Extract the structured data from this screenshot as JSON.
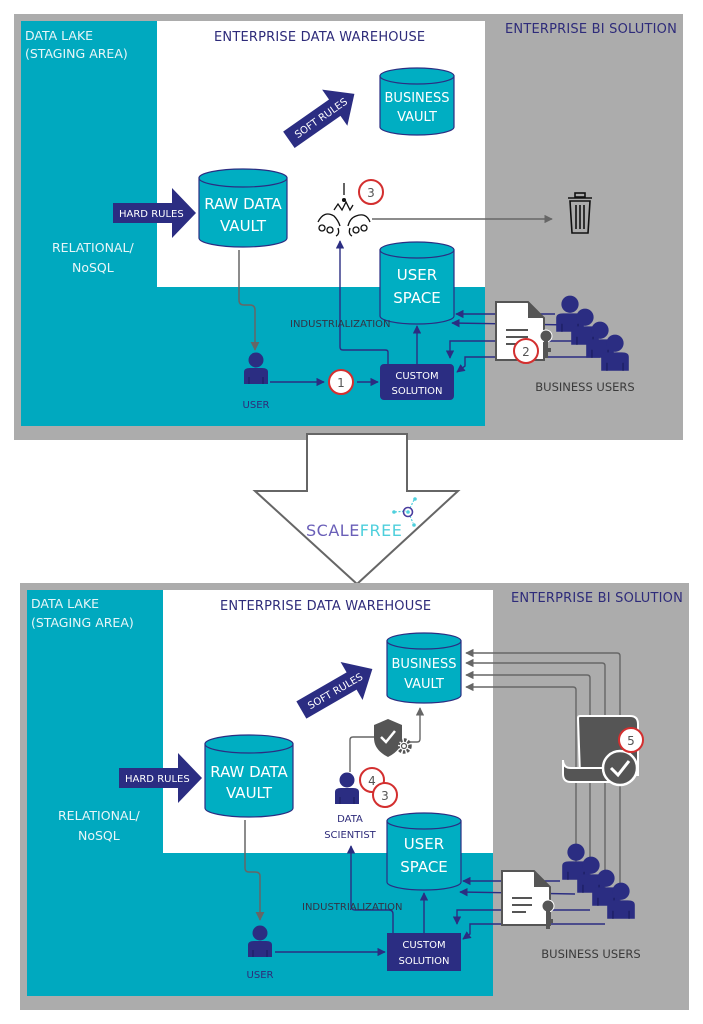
{
  "colors": {
    "frame_gray": "#acacac",
    "teal": "#00a9bf",
    "navy": "#2b2d82",
    "cylinder_fill": "#00aec2",
    "line_gray": "#666666",
    "badge_red": "#d32f2f",
    "scalefree_purple": "#6a5fb8",
    "scalefree_cyan": "#4ecfdc"
  },
  "before": {
    "data_lake_title": [
      "DATA LAKE",
      "(STAGING AREA)"
    ],
    "relational_label": [
      "RELATIONAL/",
      "NoSQL"
    ],
    "edw_title": "ENTERPRISE DATA WAREHOUSE",
    "bi_title": "ENTERPRISE BI SOLUTION",
    "hard_rules": "HARD RULES",
    "soft_rules": "SOFT RULES",
    "raw_vault": [
      "RAW DATA",
      "VAULT"
    ],
    "business_vault": [
      "BUSINESS",
      "VAULT"
    ],
    "user_space": [
      "USER",
      "SPACE"
    ],
    "custom_solution": [
      "CUSTOM",
      "SOLUTION"
    ],
    "industrialization": "INDUSTRIALIZATION",
    "user_label": "USER",
    "business_users": "BUSINESS USERS",
    "badges": [
      "1",
      "2",
      "3"
    ],
    "icons": [
      "conflict-icon",
      "trash-icon",
      "document-key-icon",
      "user-icon",
      "business-users-icon"
    ]
  },
  "transition": {
    "brand": "SCALEFREE",
    "brand_part1": "SCALE",
    "brand_part2": "FREE",
    "icon": "down-arrow-icon"
  },
  "after": {
    "data_lake_title": [
      "DATA LAKE",
      "(STAGING AREA)"
    ],
    "relational_label": [
      "RELATIONAL/",
      "NoSQL"
    ],
    "edw_title": "ENTERPRISE DATA WAREHOUSE",
    "bi_title": "ENTERPRISE BI SOLUTION",
    "hard_rules": "HARD RULES",
    "soft_rules": "SOFT RULES",
    "raw_vault": [
      "RAW DATA",
      "VAULT"
    ],
    "business_vault": [
      "BUSINESS",
      "VAULT"
    ],
    "user_space": [
      "USER",
      "SPACE"
    ],
    "custom_solution": [
      "CUSTOM",
      "SOLUTION"
    ],
    "industrialization": "INDUSTRIALIZATION",
    "user_label": "USER",
    "data_scientist": [
      "DATA",
      "SCIENTIST"
    ],
    "business_users": "BUSINESS USERS",
    "badges": [
      "4",
      "3",
      "5"
    ],
    "icons": [
      "shield-gear-icon",
      "certificate-check-icon",
      "document-key-icon",
      "user-icon",
      "data-scientist-icon",
      "business-users-icon"
    ]
  }
}
